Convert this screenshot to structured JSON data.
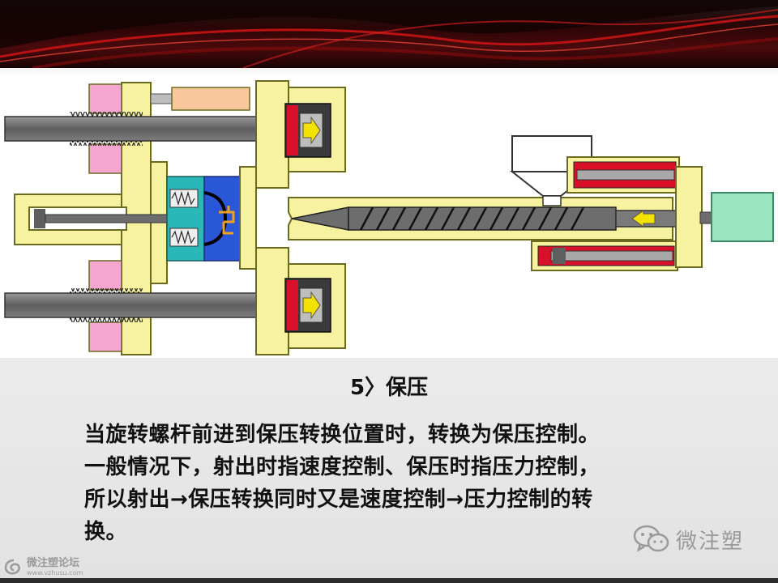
{
  "step": {
    "title": "5〉保压"
  },
  "description": {
    "lines": [
      "当旋转螺杆前进到保压转换位置时，转换为保压控制。",
      "一般情况下，射出时指速度控制、保压时指压力控制，",
      "所以射出→保压转换同时又是速度控制→压力控制的转",
      "换。"
    ]
  },
  "watermark": {
    "text": "微注塑",
    "icon": "wechat-icon"
  },
  "logo": {
    "name": "微注塑论坛",
    "url": "www.vzhusu.com",
    "icon": "swirl-logo-icon"
  },
  "colors": {
    "frame_yellow": "#f7f2a0",
    "frame_outline": "#6b6b20",
    "rod_gray": "#6d6d6d",
    "pink": "#f4a6d0",
    "orange_bar": "#f8c79c",
    "cylinder_red": "#d9102a",
    "arrow_yellow": "#f3e100",
    "mold_teal": "#2ab7b7",
    "mold_blue": "#2a56d8",
    "core_orange": "#f0a11a",
    "motor_green": "#9be6c0",
    "hopper_white": "#ffffff"
  }
}
